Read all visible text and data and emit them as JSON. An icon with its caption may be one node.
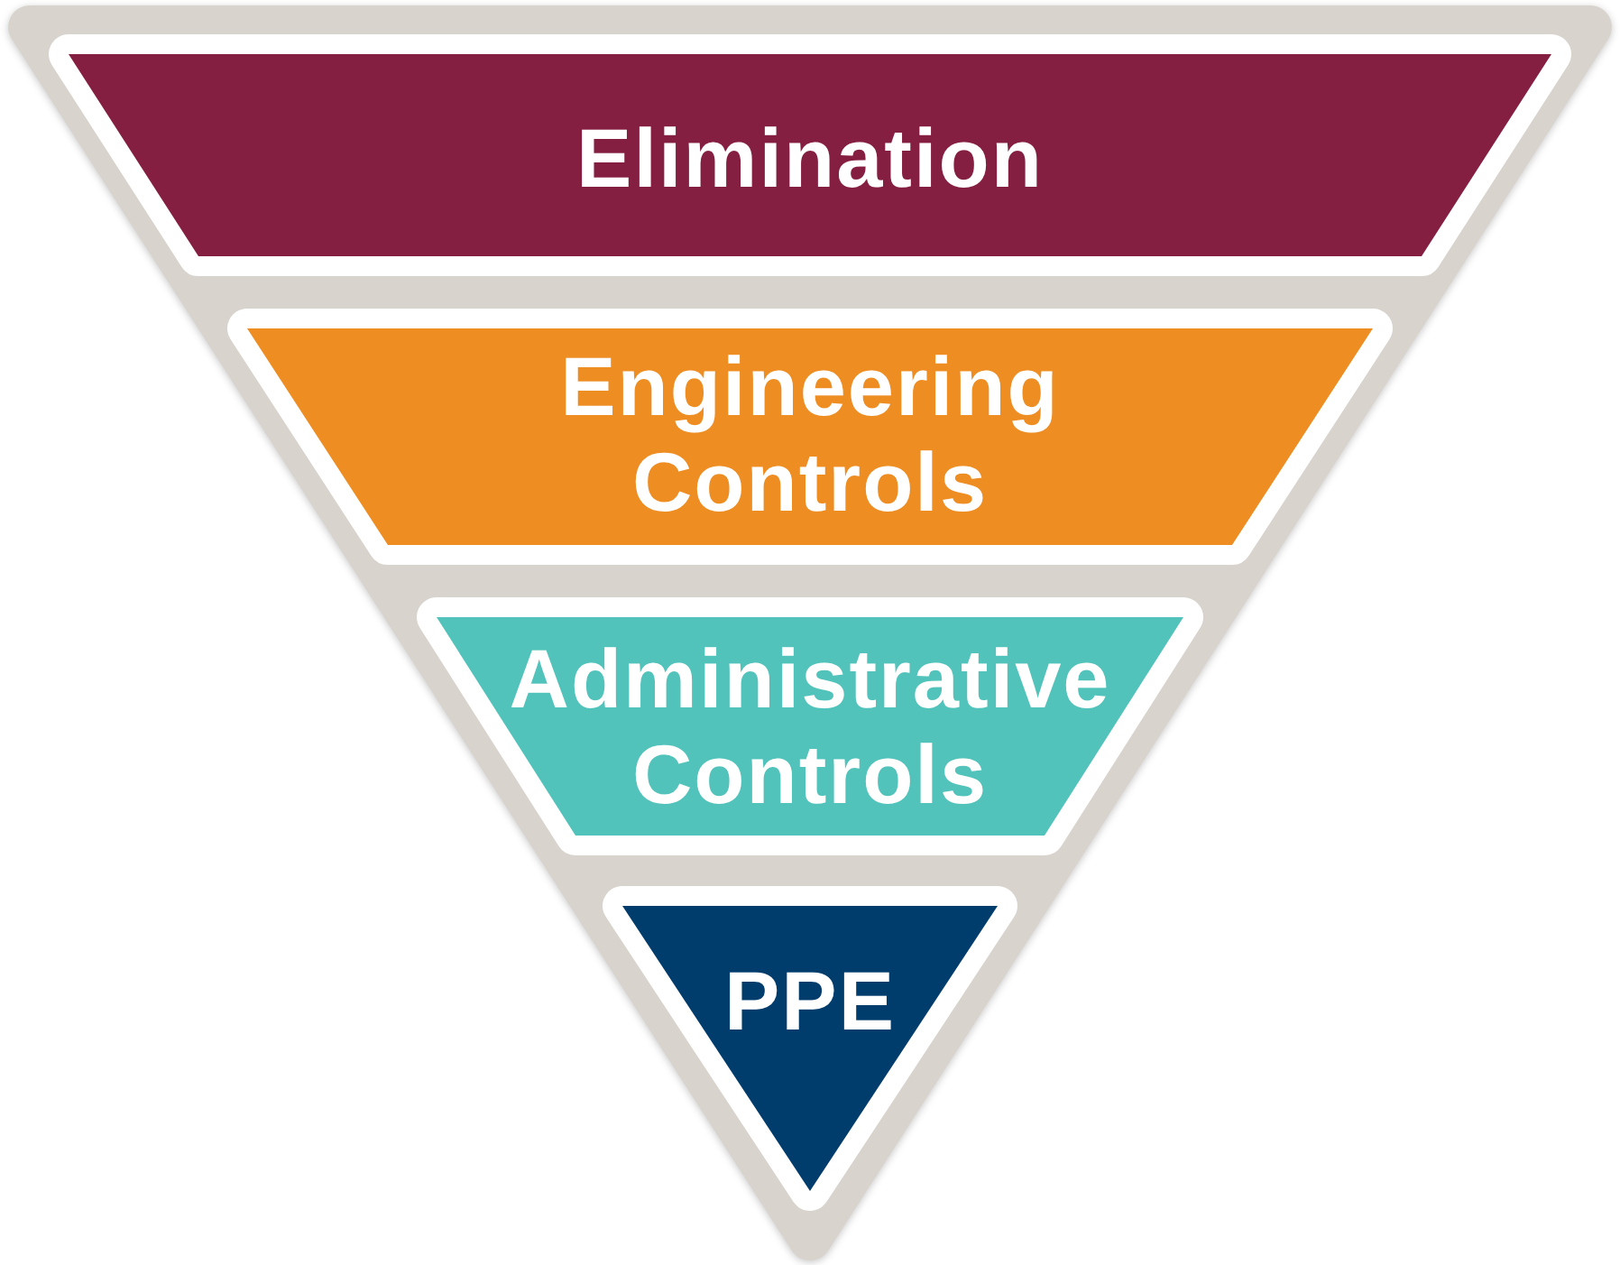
{
  "diagram": {
    "nodes": [
      {
        "text": [
          "Elimination"
        ]
      },
      {
        "text": [
          "Engineering Controls"
        ]
      },
      {
        "text": [
          "Administrative Controls"
        ]
      },
      {
        "text": [
          "PPE"
        ]
      }
    ]
  }
}
